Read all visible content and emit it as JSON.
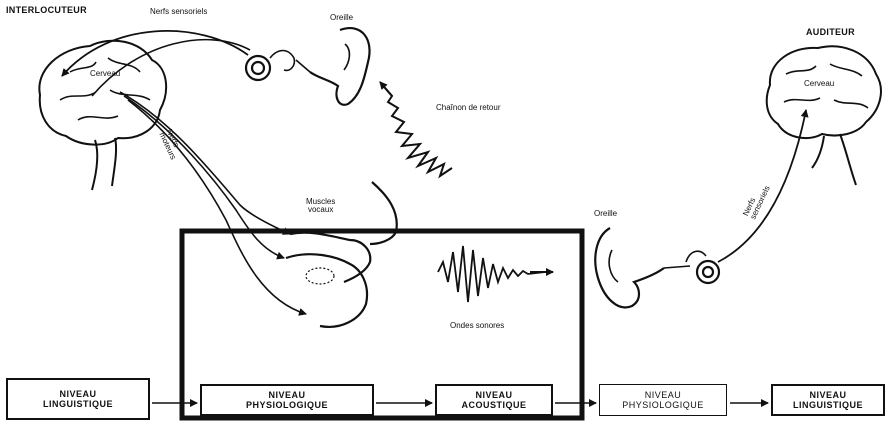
{
  "corners": {
    "left": "INTERLOCUTEUR",
    "right": "AUDITEUR"
  },
  "labels": {
    "nerfs_sensoriels_top": "Nerfs sensoriels",
    "oreille_top": "Oreille",
    "cerveau_left": "Cerveau",
    "nerfs_moteurs_l1": "Nerfs",
    "nerfs_moteurs_l2": "moteurs",
    "chainon": "Chaînon de retour",
    "muscles_l1": "Muscles",
    "muscles_l2": "vocaux",
    "ondes": "Ondes sonores",
    "oreille_right": "Oreille",
    "cerveau_right": "Cerveau",
    "nerfs_sens_r1": "Nerfs",
    "nerfs_sens_r2": "sensoriels"
  },
  "levels": [
    {
      "line1": "NIVEAU",
      "line2": "LINGUISTIQUE"
    },
    {
      "line1": "NIVEAU",
      "line2": "PHYSIOLOGIQUE"
    },
    {
      "line1": "NIVEAU",
      "line2": "ACOUSTIQUE"
    },
    {
      "line1": "NIVEAU",
      "line2": "PHYSIOLOGIQUE"
    },
    {
      "line1": "NIVEAU",
      "line2": "LINGUISTIQUE"
    }
  ]
}
